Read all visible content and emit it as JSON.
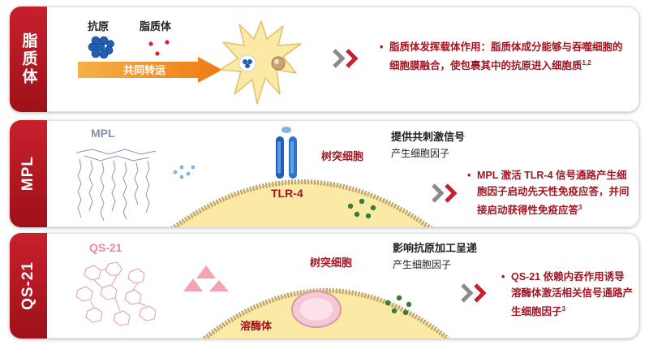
{
  "panels": [
    {
      "tab": "脂质体",
      "labels": {
        "antigen": "抗原",
        "liposome": "脂质体",
        "arrow": "共同转运"
      },
      "bullet": {
        "text": "脂质体发挥载体作用：脂质体成分能够与吞噬细胞的细胞膜融合，使包裹其中的抗原进入细胞质",
        "ref": "1,2"
      }
    },
    {
      "tab": "MPL",
      "labels": {
        "molecule": "MPL",
        "cell": "树突细胞",
        "receptor": "TLR-4",
        "signal": "提供共刺激信号",
        "cytokine": "产生细胞因子"
      },
      "bullet": {
        "text": "MPL 激活 TLR-4 信号通路产生细胞因子启动先天性免疫应答，并间接启动获得性免疫应答",
        "ref": "3"
      }
    },
    {
      "tab": "QS-21",
      "labels": {
        "molecule": "QS-21",
        "cell": "树突细胞",
        "organelle": "溶酶体",
        "signal": "影响抗原加工呈递",
        "cytokine": "产生细胞因子"
      },
      "bullet": {
        "text": "QS-21 依赖内吞作用诱导溶酶体激活相关信号通路产生细胞因子",
        "ref": "3"
      }
    }
  ],
  "colors": {
    "tab_red": "#b01822",
    "text_red": "#a31521",
    "arrow_orange": "#f08a1c",
    "cell_yellow": "#fbe9a6"
  }
}
